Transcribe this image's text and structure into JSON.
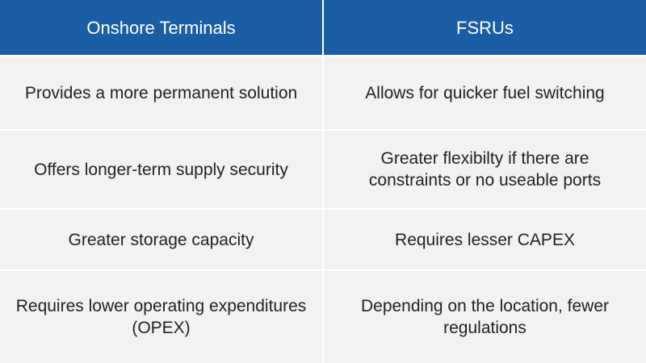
{
  "colors": {
    "header_background": "#1b5ea6",
    "header_text": "#ffffff",
    "row_background": "#f2f2f2",
    "body_text": "#222222"
  },
  "table": {
    "headers": [
      "Onshore Terminals",
      "FSRUs"
    ],
    "rows": [
      [
        "Provides a more permanent solution",
        "Allows for quicker fuel switching"
      ],
      [
        "Offers longer-term supply security",
        "Greater flexibilty if there are constraints or no useable ports"
      ],
      [
        "Greater storage capacity",
        "Requires lesser CAPEX"
      ],
      [
        "Requires lower operating expenditures (OPEX)",
        "Depending on the location, fewer regulations"
      ]
    ]
  }
}
